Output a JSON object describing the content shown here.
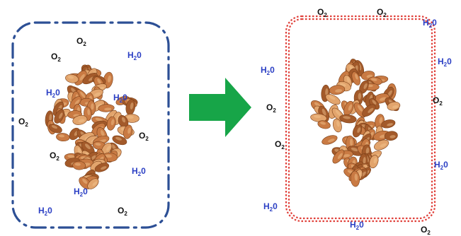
{
  "labels": {
    "o2": "O",
    "o2_sub": "2",
    "h2o_a": "H",
    "h2o_sub": "2",
    "h2o_b": "0"
  },
  "colors": {
    "container_left": "#2c4f95",
    "container_right": "#e0403a",
    "arrow": "#17a548",
    "o2_text": "#111111",
    "h2o_text": "#2b3fc4",
    "almond_dark": "#a35a2a",
    "almond_mid": "#c97a43",
    "almond_light": "#e2a46c"
  },
  "diagram": {
    "left_container": {
      "border_style": "dash-dot",
      "mode": "sealed-permeable-low"
    },
    "right_container": {
      "border_style": "dotted-double",
      "mode": "permeable"
    },
    "arrow": {
      "direction": "right",
      "icon": "arrow-right-icon"
    },
    "almond_piles": [
      "almond-pile-icon",
      "almond-pile-icon"
    ],
    "left_molecules": [
      "O2",
      "O2",
      "H2O",
      "H2O",
      "H2O",
      "O2",
      "O2",
      "O2",
      "H2O",
      "H2O",
      "H2O",
      "O2"
    ],
    "right_molecules": [
      "O2",
      "O2",
      "H2O",
      "H2O",
      "H2O",
      "O2",
      "O2",
      "O2",
      "H2O",
      "H2O",
      "H2O",
      "O2"
    ]
  }
}
